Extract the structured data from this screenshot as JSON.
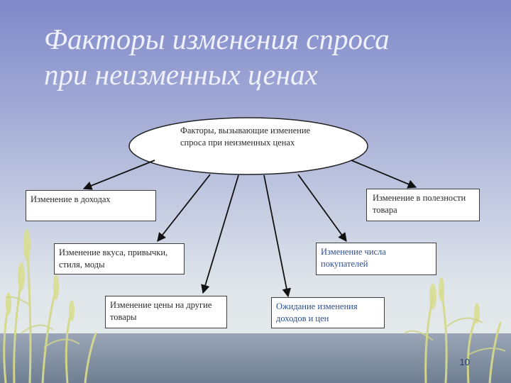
{
  "slide": {
    "title_line1": "Факторы изменения спроса",
    "title_line2": "при неизменных ценах",
    "central_node": "Факторы, вызывающие изменение спроса при неизменных ценах",
    "nodes": {
      "income": "Изменение в доходах",
      "utility": "Изменение в полезности товара",
      "taste": "Изменение вкуса, привычки, стиля, моды",
      "buyers": "Изменение числа покупателей",
      "other_prices": "Изменение цены на другие товары",
      "expectations": "Ожидание изменения доходов и цен"
    },
    "page_number": "10"
  },
  "colors": {
    "node_text": "#2a2a2a",
    "node_text_blue": "#2d4f8e",
    "title": "#eef1fb",
    "grass": "#d4d98a"
  }
}
